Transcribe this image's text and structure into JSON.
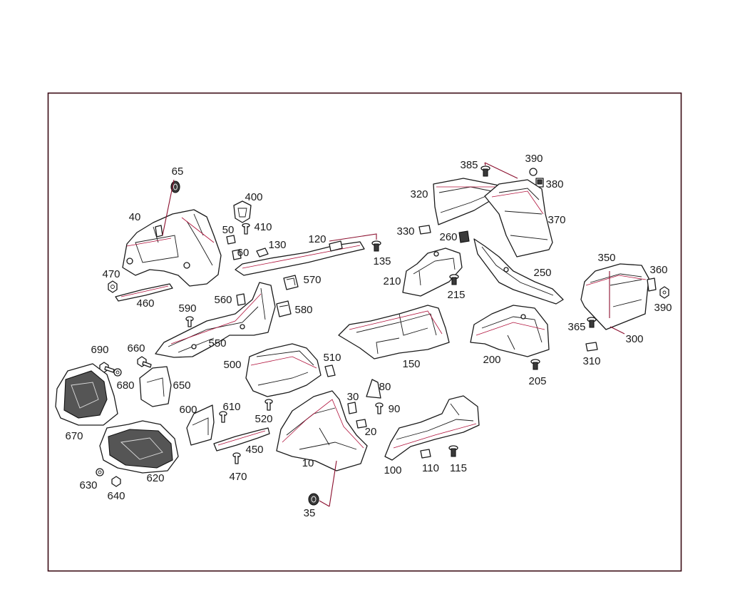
{
  "diagram": {
    "callouts": [
      "65",
      "40",
      "400",
      "50",
      "410",
      "60",
      "130",
      "120",
      "135",
      "470",
      "460",
      "570",
      "560",
      "580",
      "590",
      "550",
      "500",
      "510",
      "690",
      "660",
      "680",
      "650",
      "670",
      "600",
      "610",
      "520",
      "450",
      "470",
      "620",
      "630",
      "640",
      "10",
      "35",
      "30",
      "80",
      "90",
      "20",
      "100",
      "110",
      "115",
      "150",
      "200",
      "205",
      "210",
      "215",
      "320",
      "330",
      "260",
      "385",
      "390",
      "380",
      "370",
      "250",
      "350",
      "360",
      "390",
      "365",
      "300",
      "310"
    ],
    "colors": {
      "line_art": "#1a1a1a",
      "leader_lines": "#8b0f2e",
      "frame": "#3a0a14",
      "background": "#ffffff"
    }
  }
}
